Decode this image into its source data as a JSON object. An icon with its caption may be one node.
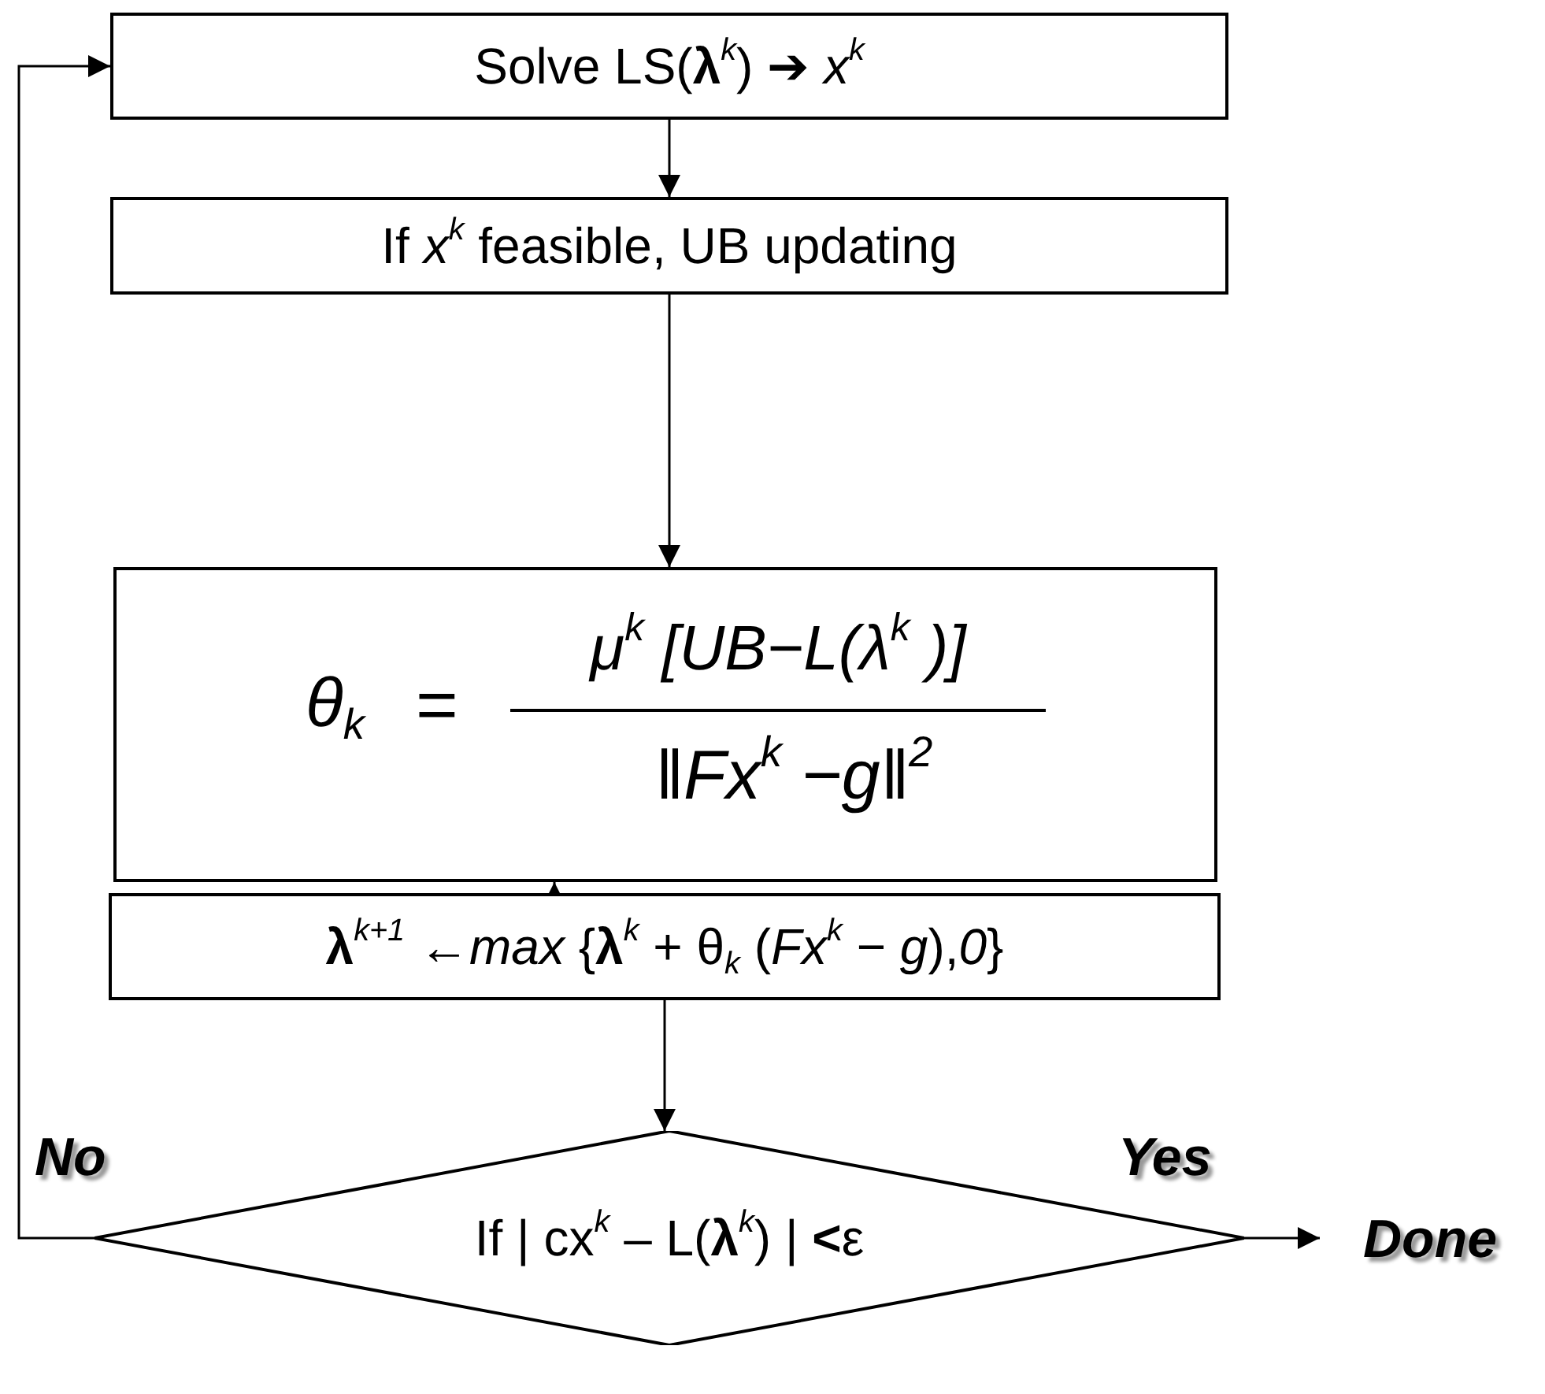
{
  "diagram": {
    "nodes": [
      {
        "text": [
          "Solve LS(**λ**$^{k}$)  ➔ *x*$^{k}$"
        ]
      },
      {
        "text": [
          "If *x*$^{k}$ feasible, UB updating"
        ]
      },
      {
        "text": [
          "μ$^{k}$ [UB−L(λ$^{k}$ )]",
          "θ$_{k}$",
          "=",
          "‖Fx$^{k}$ −g‖$^{2}$"
        ]
      },
      {
        "text": [
          "**λ**$^{k+1}$ ←*max* {**λ**$^{k}$ + θ$_{k}$ (*Fx*$^{k}$ − *g*),*0*}"
        ]
      },
      {
        "text": [
          "If | cx$^{k}$ – L(**λ**$^{k}$) | **<**ε"
        ]
      },
      {
        "text": [
          "Done"
        ]
      }
    ],
    "edges": [
      {
        "from": 0,
        "to": 1,
        "arrow": "to"
      },
      {
        "from": 1,
        "to": 2,
        "arrow": "to"
      },
      {
        "from": 3,
        "to": 2,
        "arrow": "to"
      },
      {
        "from": 3,
        "to": 4,
        "arrow": "to"
      },
      {
        "from": 4,
        "to": 5,
        "arrow": "to",
        "label": "Yes"
      },
      {
        "from": 4,
        "to": 0,
        "arrow": "to",
        "label": "No"
      }
    ]
  }
}
